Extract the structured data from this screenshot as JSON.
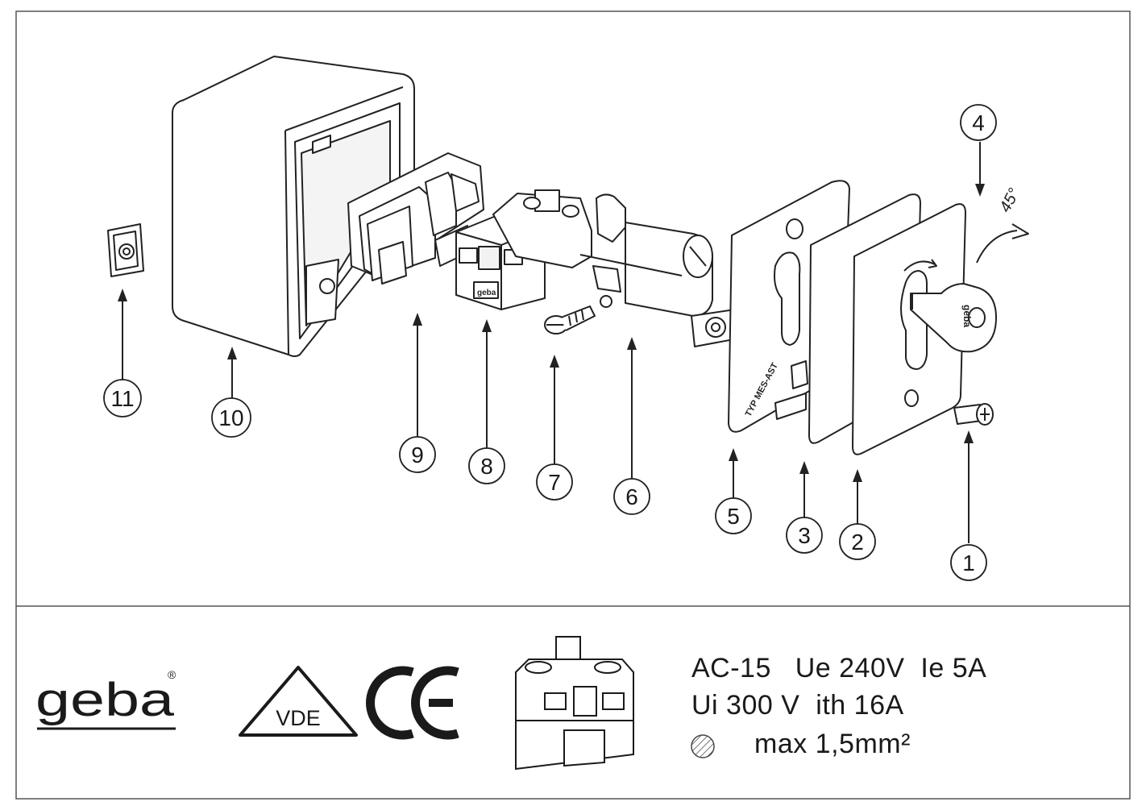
{
  "callouts": [
    "1",
    "2",
    "3",
    "4",
    "5",
    "6",
    "7",
    "8",
    "9",
    "10",
    "11"
  ],
  "angle_label": "45°",
  "brand": {
    "logo_text": "geba",
    "registered_mark": "®",
    "terminal_marking": "geba"
  },
  "certifications": {
    "vde_text": "VDE",
    "ce_text": "CE"
  },
  "specs": {
    "line1": "AC-15   Ue 240V  Ie 5A",
    "line2": "Ui 300 V  ith 16A",
    "line3": "max 1,5mm²"
  },
  "part_markings": {
    "plate_type": "TYP MES-AST"
  }
}
